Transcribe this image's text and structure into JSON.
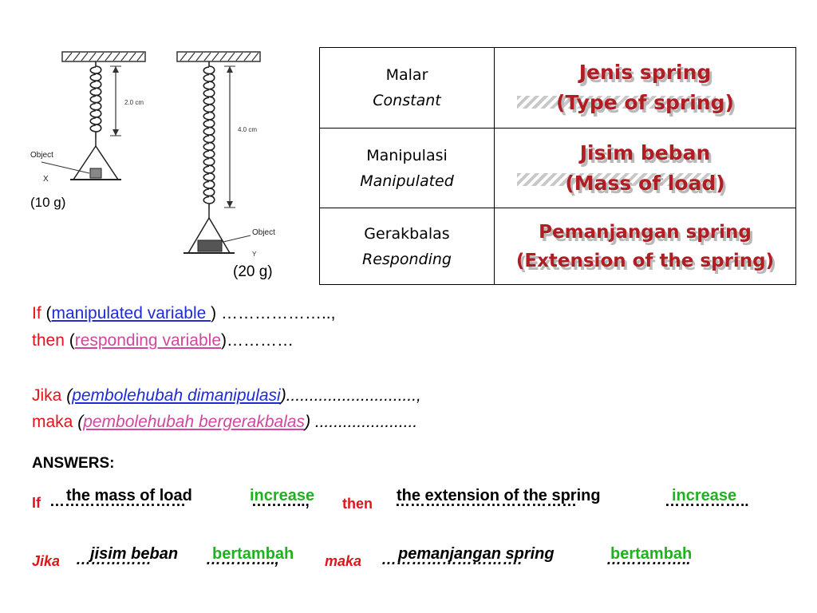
{
  "figure": {
    "spring_x": {
      "length_label": "2.0 cm",
      "object_label": "Object",
      "letter": "X",
      "mass": "(10 g)"
    },
    "spring_y": {
      "length_label": "4.0 cm",
      "object_label": "Object",
      "letter": "Y",
      "mass": "(20 g)"
    }
  },
  "variables_table": [
    {
      "type_ms": "Malar",
      "type_en": "Constant",
      "value_ms": "Jenis spring",
      "value_en": "(Type of spring)"
    },
    {
      "type_ms": "Manipulasi",
      "type_en": "Manipulated",
      "value_ms": "Jisim beban",
      "value_en": "(Mass of load)"
    },
    {
      "type_ms": "Gerakbalas",
      "type_en": "Responding",
      "value_ms": "Pemanjangan spring",
      "value_en": "(Extension of the spring)"
    }
  ],
  "hypothesis_en": {
    "if_word": "If",
    "open1": " (",
    "manipulated": "manipulated variable ",
    "close1": ") ………………..,",
    "then_word": "then",
    "open2": " (",
    "responding": "responding variable",
    "close2": ")…………"
  },
  "hypothesis_ms": {
    "jika_word": "Jika",
    "open1": " (",
    "manipulated": "pembolehubah dimanipulasi",
    "close1": ")............................,",
    "maka_word": "maka",
    "open2": " (",
    "responding": "pembolehubah bergerakbalas",
    "close2": ") ......................"
  },
  "answers": {
    "heading": "ANSWERS:",
    "en": {
      "if_word": "If",
      "then_word": "then",
      "fill1": "the mass of load",
      "fill2": "increase",
      "fill3": "the extension of the spring",
      "fill4": "increase",
      "dots1": "………………………",
      "dots2": "………..,",
      "dots3": "………………………………",
      "dots4": "…………….."
    },
    "ms": {
      "jika_word": "Jika",
      "maka_word": "maka",
      "fill1": "jisim beban",
      "fill2": "bertambah",
      "fill3": "pemanjangan spring",
      "fill4": "bertambah",
      "dots1": "……………",
      "dots2": "…………..,",
      "dots3": "……………………….",
      "dots4": "…………….."
    }
  }
}
